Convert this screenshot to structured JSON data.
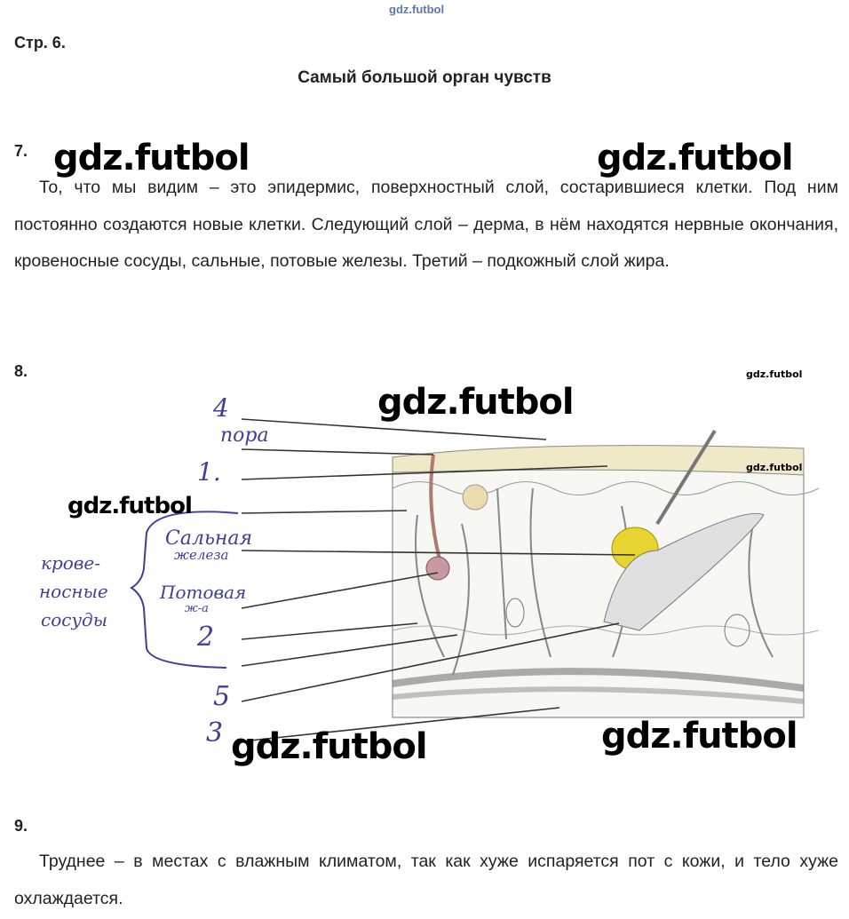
{
  "header_watermark": "gdz.futbol",
  "page_label": "Стр. 6.",
  "title": "Самый большой орган чувств",
  "watermark": "gdz.futbol",
  "task7": {
    "number": "7.",
    "text": "То, что мы видим – это эпидермис, поверхностный слой, состарившиеся клетки. Под ним постоянно создаются новые клетки. Следующий слой – дерма, в нём находятся нервные окончания, кровеносные сосуды, сальные, потовые железы. Третий – подкожный слой жира."
  },
  "task8": {
    "number": "8.",
    "labels": {
      "l4": "4",
      "pore": "пора",
      "l1": "1.",
      "sebaceous_1": "Сальная",
      "sebaceous_2": "железа",
      "sweat_1": "Потовая",
      "sweat_2": "ж-а",
      "l2": "2",
      "l5": "5",
      "l3": "3",
      "vessels_1": "крове-",
      "vessels_2": "носные",
      "vessels_3": "сосуды"
    }
  },
  "task9": {
    "number": "9.",
    "text": "Труднее – в местах с влажным климатом, так как хуже испаряется пот с кожи, и тело хуже охлаждается."
  }
}
